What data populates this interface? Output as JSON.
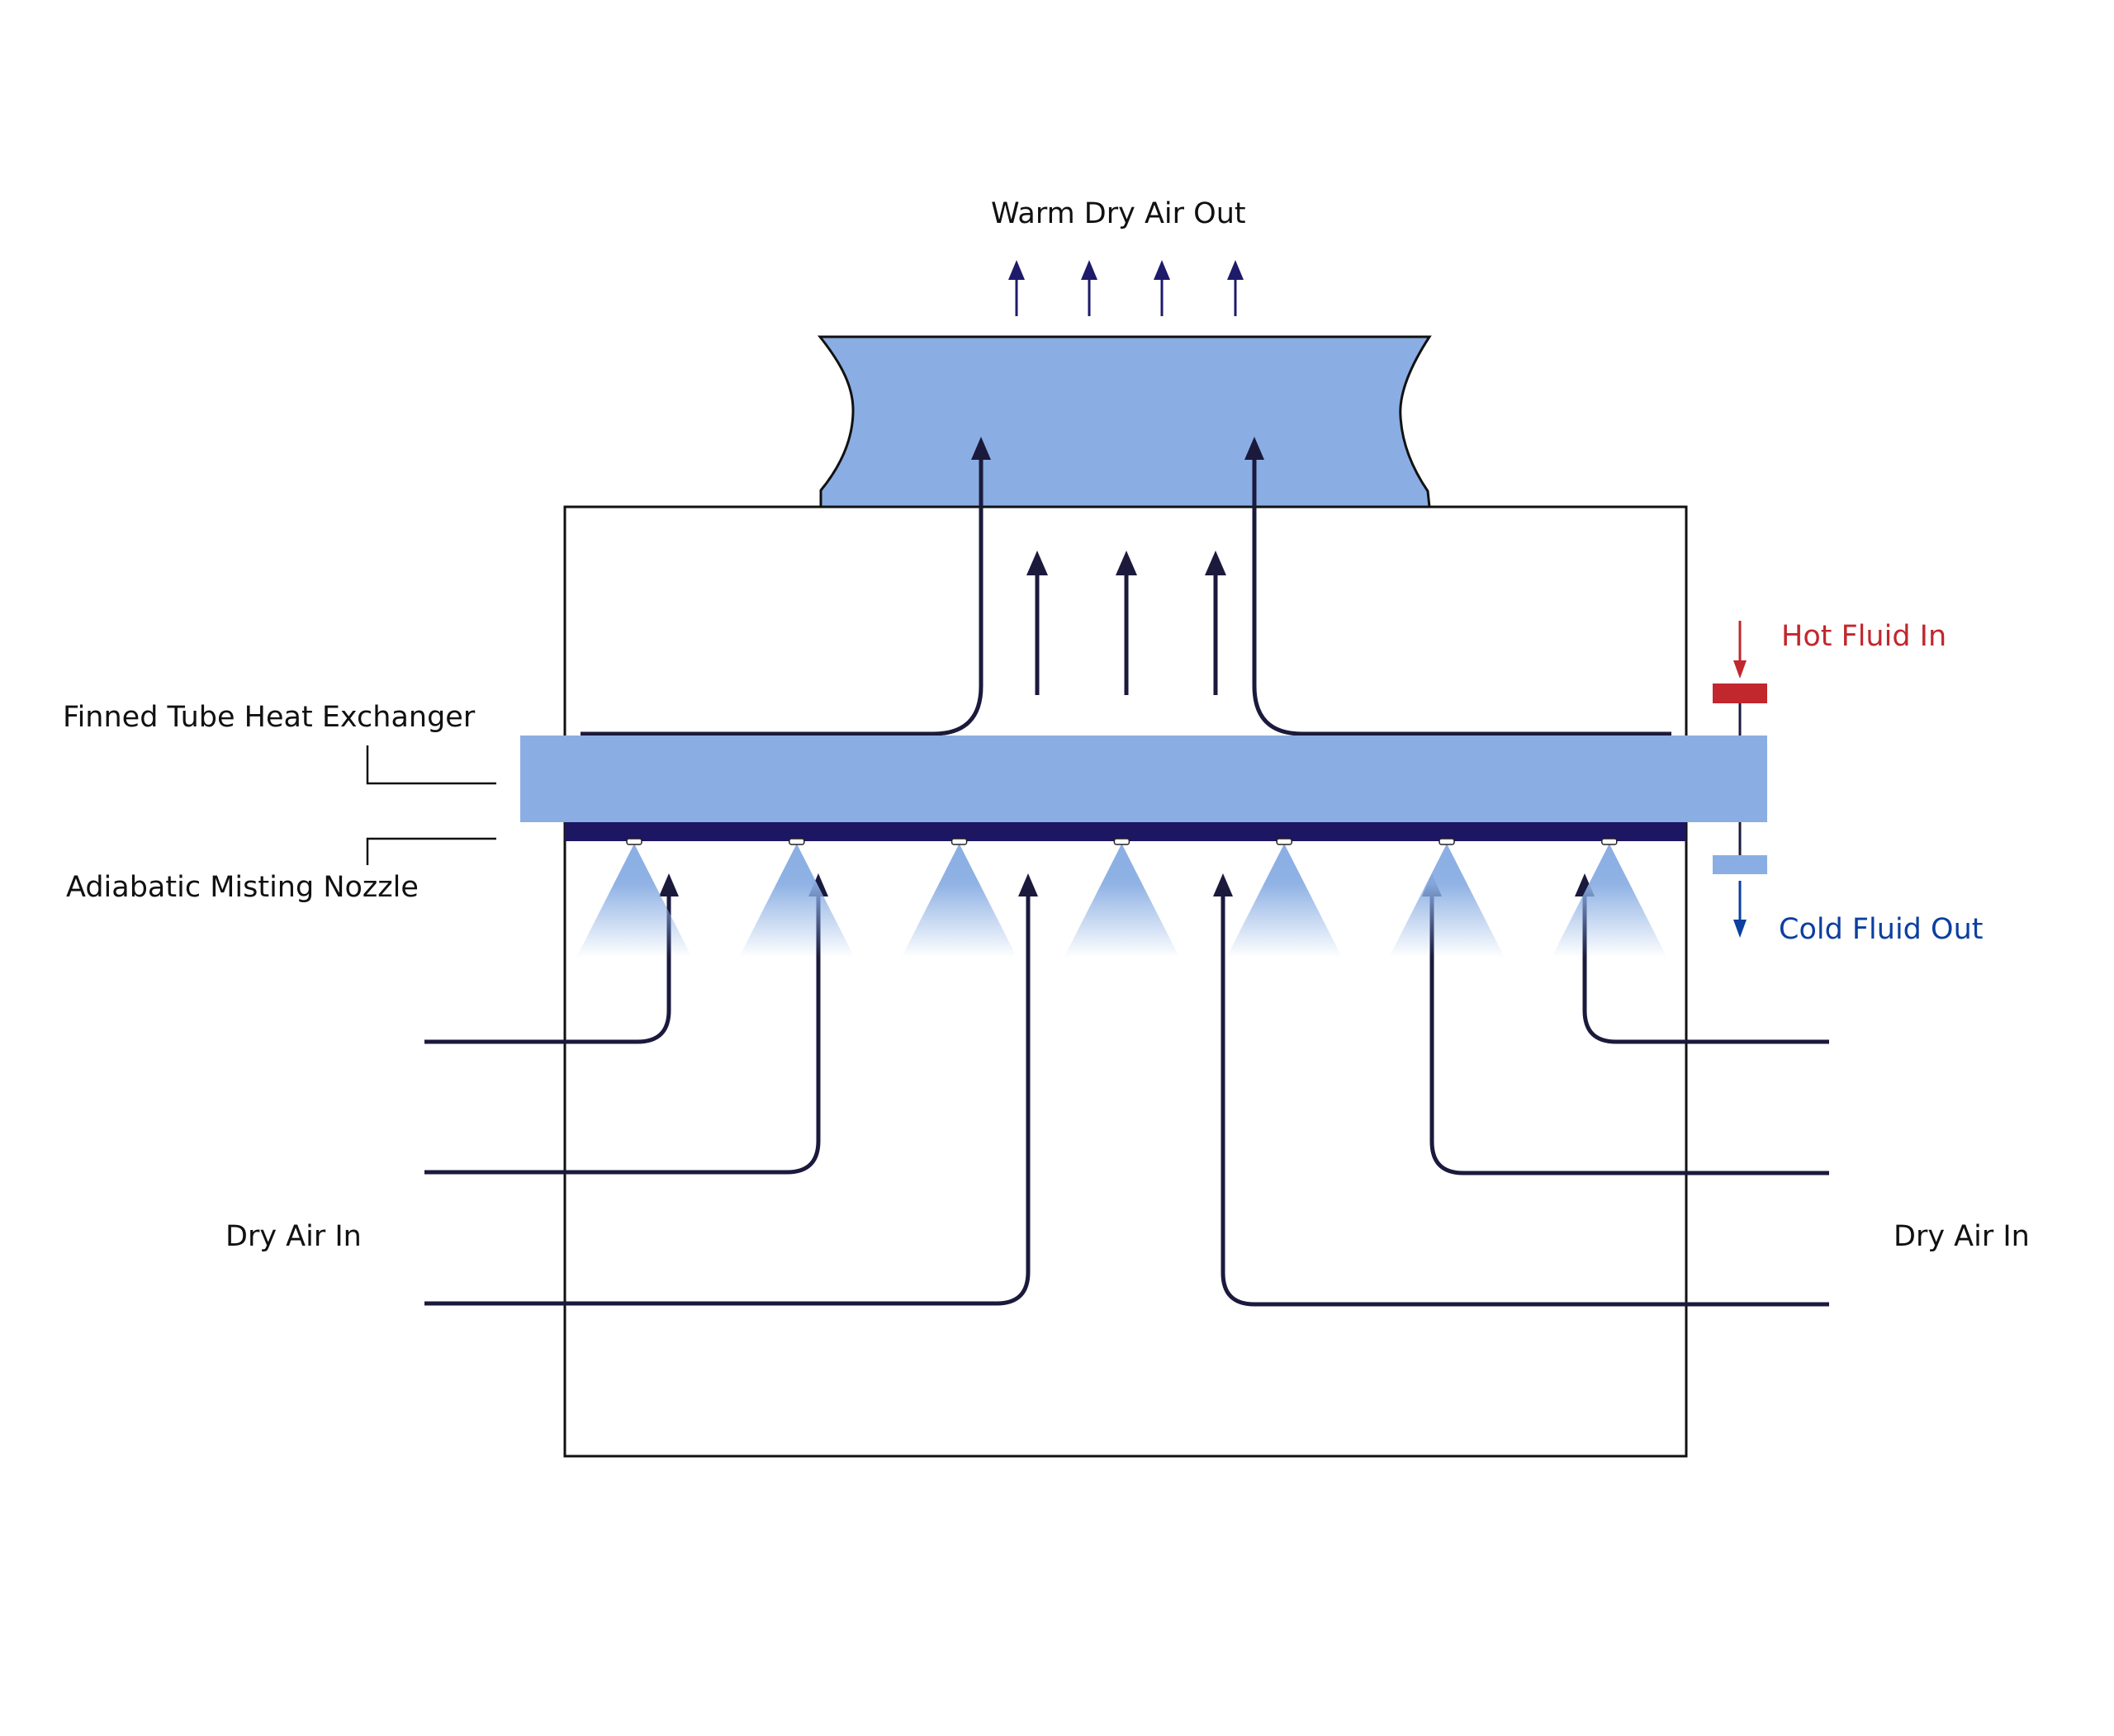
{
  "title": "Adiabatic Cooler Airflow Diagram",
  "labels": {
    "warm_air_out": "Warm Dry Air Out",
    "hot_fluid_in": "Hot Fluid In",
    "cold_fluid_out": "Cold Fluid Out",
    "heat_exchanger": "Finned Tube Heat Exchanger",
    "misting_nozzle": "Adiabatic Misting Nozzle",
    "dry_air_in_left": "Dry Air In",
    "dry_air_in_right": "Dry Air In"
  },
  "components": {
    "fan_housing": "fan-housing",
    "cooler_box": "cooler-enclosure",
    "heat_exchanger_coil": "finned-tube-coil",
    "spray_manifold": "misting-manifold",
    "nozzle_count": 7,
    "exhaust_arrow_count": 4,
    "inner_updraft_arrow_count": 3,
    "dry_air_inlet_streams_per_side": 3
  },
  "colors": {
    "coil_blue": "#8aaee3",
    "manifold_navy": "#1c1663",
    "airflow_navy": "#1b1a3d",
    "exhaust_arrow": "#1e1b6b",
    "hot": "#c1272d",
    "cold": "#0b3fa0",
    "outline": "#111111"
  }
}
